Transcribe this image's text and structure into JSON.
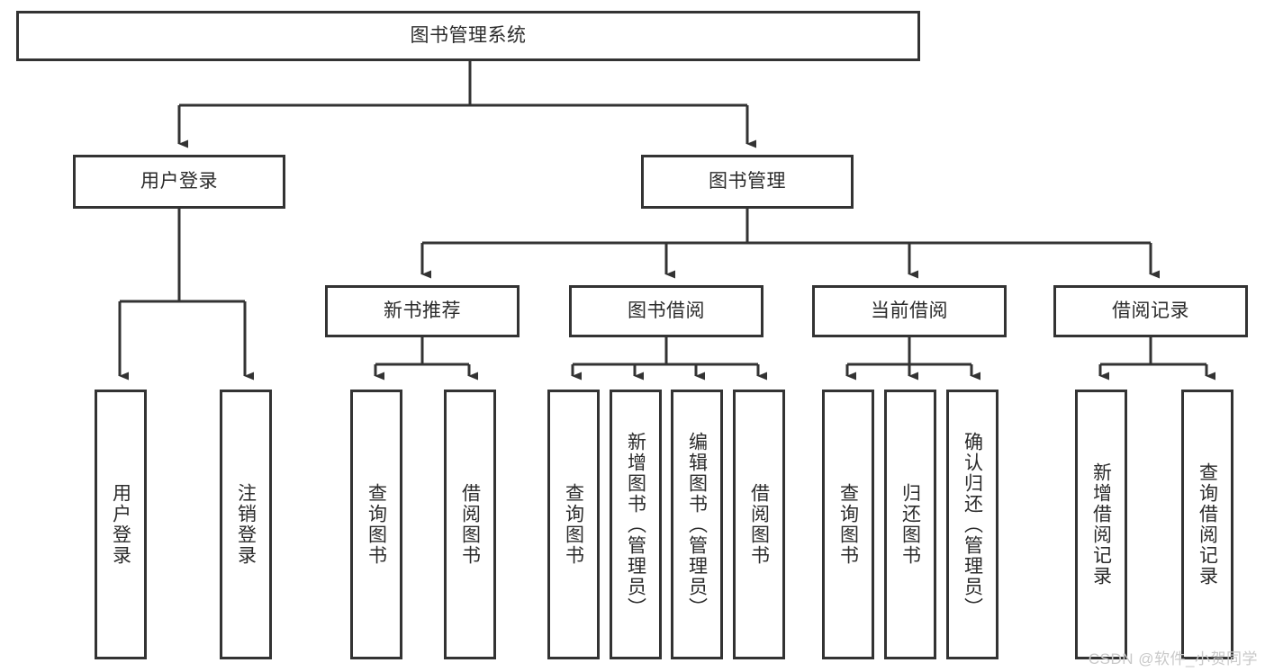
{
  "diagram": {
    "type": "tree",
    "title": "图书管理系统",
    "root": {
      "id": "root",
      "label": "图书管理系统"
    },
    "level2": [
      {
        "id": "user-login",
        "label": "用户登录"
      },
      {
        "id": "book-manage",
        "label": "图书管理"
      }
    ],
    "level3": [
      {
        "id": "new-book-recommend",
        "label": "新书推荐",
        "parent": "book-manage"
      },
      {
        "id": "book-borrow",
        "label": "图书借阅",
        "parent": "book-manage"
      },
      {
        "id": "current-borrow",
        "label": "当前借阅",
        "parent": "book-manage"
      },
      {
        "id": "borrow-record",
        "label": "借阅记录",
        "parent": "book-manage"
      }
    ],
    "leaves": [
      {
        "id": "leaf-user-login",
        "label": "用户登录",
        "parent": "user-login"
      },
      {
        "id": "leaf-user-logout",
        "label": "注销登录",
        "parent": "user-login"
      },
      {
        "id": "leaf-query-book-1",
        "label": "查询图书",
        "parent": "new-book-recommend"
      },
      {
        "id": "leaf-borrow-book-1",
        "label": "借阅图书",
        "parent": "new-book-recommend"
      },
      {
        "id": "leaf-query-book-2",
        "label": "查询图书",
        "parent": "book-borrow"
      },
      {
        "id": "leaf-add-book",
        "label": "新增图书（管理员）",
        "parent": "book-borrow"
      },
      {
        "id": "leaf-edit-book",
        "label": "编辑图书（管理员）",
        "parent": "book-borrow"
      },
      {
        "id": "leaf-borrow-book-2",
        "label": "借阅图书",
        "parent": "book-borrow"
      },
      {
        "id": "leaf-query-book-3",
        "label": "查询图书",
        "parent": "current-borrow"
      },
      {
        "id": "leaf-return-book",
        "label": "归还图书",
        "parent": "current-borrow"
      },
      {
        "id": "leaf-confirm-return",
        "label": "确认归还（管理员）",
        "parent": "current-borrow"
      },
      {
        "id": "leaf-add-record",
        "label": "新增借阅记录",
        "parent": "borrow-record"
      },
      {
        "id": "leaf-query-record",
        "label": "查询借阅记录",
        "parent": "borrow-record"
      }
    ]
  },
  "watermark": {
    "text": "CSDN @软件_小贺同学"
  },
  "colors": {
    "stroke": "#333333",
    "background": "#ffffff",
    "text": "#2b2b2b",
    "watermark": "#c9c9c9"
  }
}
